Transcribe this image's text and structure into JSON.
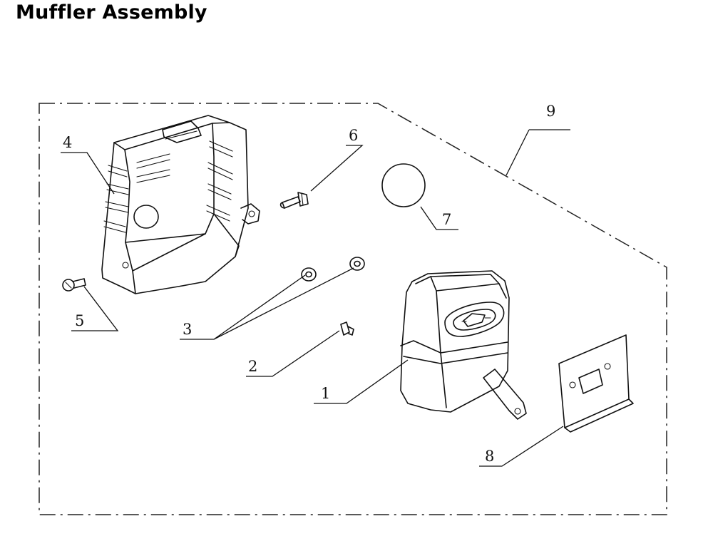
{
  "title": "Muffler Assembly",
  "callouts": {
    "c1": "1",
    "c2": "2",
    "c3": "3",
    "c4": "4",
    "c5": "5",
    "c6": "6",
    "c7": "7",
    "c8": "8",
    "c9": "9"
  }
}
